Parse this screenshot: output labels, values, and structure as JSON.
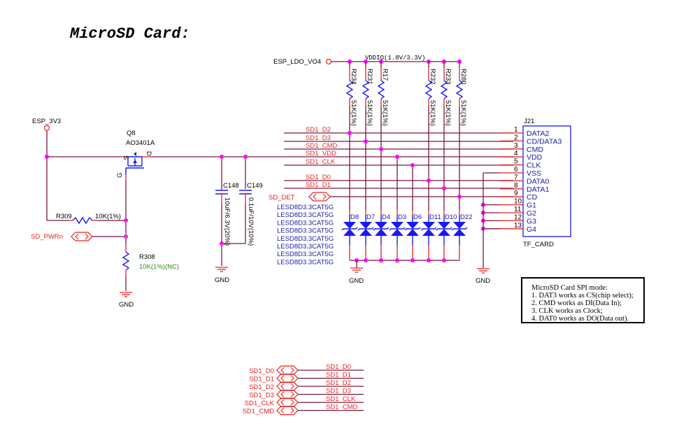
{
  "title": "MicroSD Card:",
  "power": {
    "esp_3v3": "ESP_3V3",
    "esp_ldo": "ESP_LDO_VO4",
    "vddio": "VDDIO(1.8V/3.3V)"
  },
  "q8": {
    "ref": "Q8",
    "part": "AO3401A",
    "pin_s": "S",
    "pin_d": "D",
    "pin_g": "G"
  },
  "r309": {
    "ref": "R309",
    "value": "10K(1%)"
  },
  "r308": {
    "ref": "R308",
    "value": "10K(1%)(NC)"
  },
  "sd_pwrn": "SD_PWRn",
  "sd_det": "SD_DET",
  "capacitors": [
    {
      "ref": "C148",
      "value": "10uF/6.3V(20%)"
    },
    {
      "ref": "C149",
      "value": "0.1uF/10V(10%)"
    }
  ],
  "pullups": [
    {
      "ref": "R234",
      "value": "51K(1%)"
    },
    {
      "ref": "R231",
      "value": "51K(1%)"
    },
    {
      "ref": "R17",
      "value": "51K(1%)"
    },
    {
      "ref": "R232",
      "value": "51K(1%)"
    },
    {
      "ref": "R233",
      "value": "51K(1%)"
    },
    {
      "ref": "R280",
      "value": "51K(1%)"
    }
  ],
  "nets": [
    "SD1_D2",
    "SD1_D3",
    "SD1_CMD",
    "SD1_VDD",
    "SD1_CLK",
    "SD1_D0",
    "SD1_D1"
  ],
  "diodes": {
    "part": "LESD8D3.3CAT5G",
    "refs": [
      "D8",
      "D7",
      "D4",
      "D3",
      "D6",
      "D11",
      "D10",
      "D22"
    ]
  },
  "connector": {
    "ref": "J21",
    "name": "TF_CARD",
    "pins": [
      {
        "num": "1",
        "name": "DATA2"
      },
      {
        "num": "2",
        "name": "CD/DATA3"
      },
      {
        "num": "3",
        "name": "CMD"
      },
      {
        "num": "4",
        "name": "VDD"
      },
      {
        "num": "5",
        "name": "CLK"
      },
      {
        "num": "6",
        "name": "VSS"
      },
      {
        "num": "7",
        "name": "DATA0"
      },
      {
        "num": "8",
        "name": "DATA1"
      },
      {
        "num": "9",
        "name": "CD"
      },
      {
        "num": "10",
        "name": "G1"
      },
      {
        "num": "11",
        "name": "G2"
      },
      {
        "num": "12",
        "name": "G3"
      },
      {
        "num": "13",
        "name": "G4"
      }
    ]
  },
  "gnd": "GND",
  "note": {
    "lines": [
      "MicroSD Card SPI mode:",
      "1. DAT3 works as CS(chip select);",
      "2. CMD works as DI(Data In);",
      "3. CLK works as Clock;",
      "4. DAT0 works as DO(Data out)."
    ]
  },
  "port_map": {
    "left": [
      "SD1_D0",
      "SD1_D1",
      "SD1_D2",
      "SD1_D3",
      "SD1_CLK",
      "SD1_CMD"
    ],
    "right": [
      "SD1_D0",
      "SD1_D1",
      "SD1_D2",
      "SD1_D3",
      "SD1_CLK",
      "SD1_CMD"
    ]
  }
}
